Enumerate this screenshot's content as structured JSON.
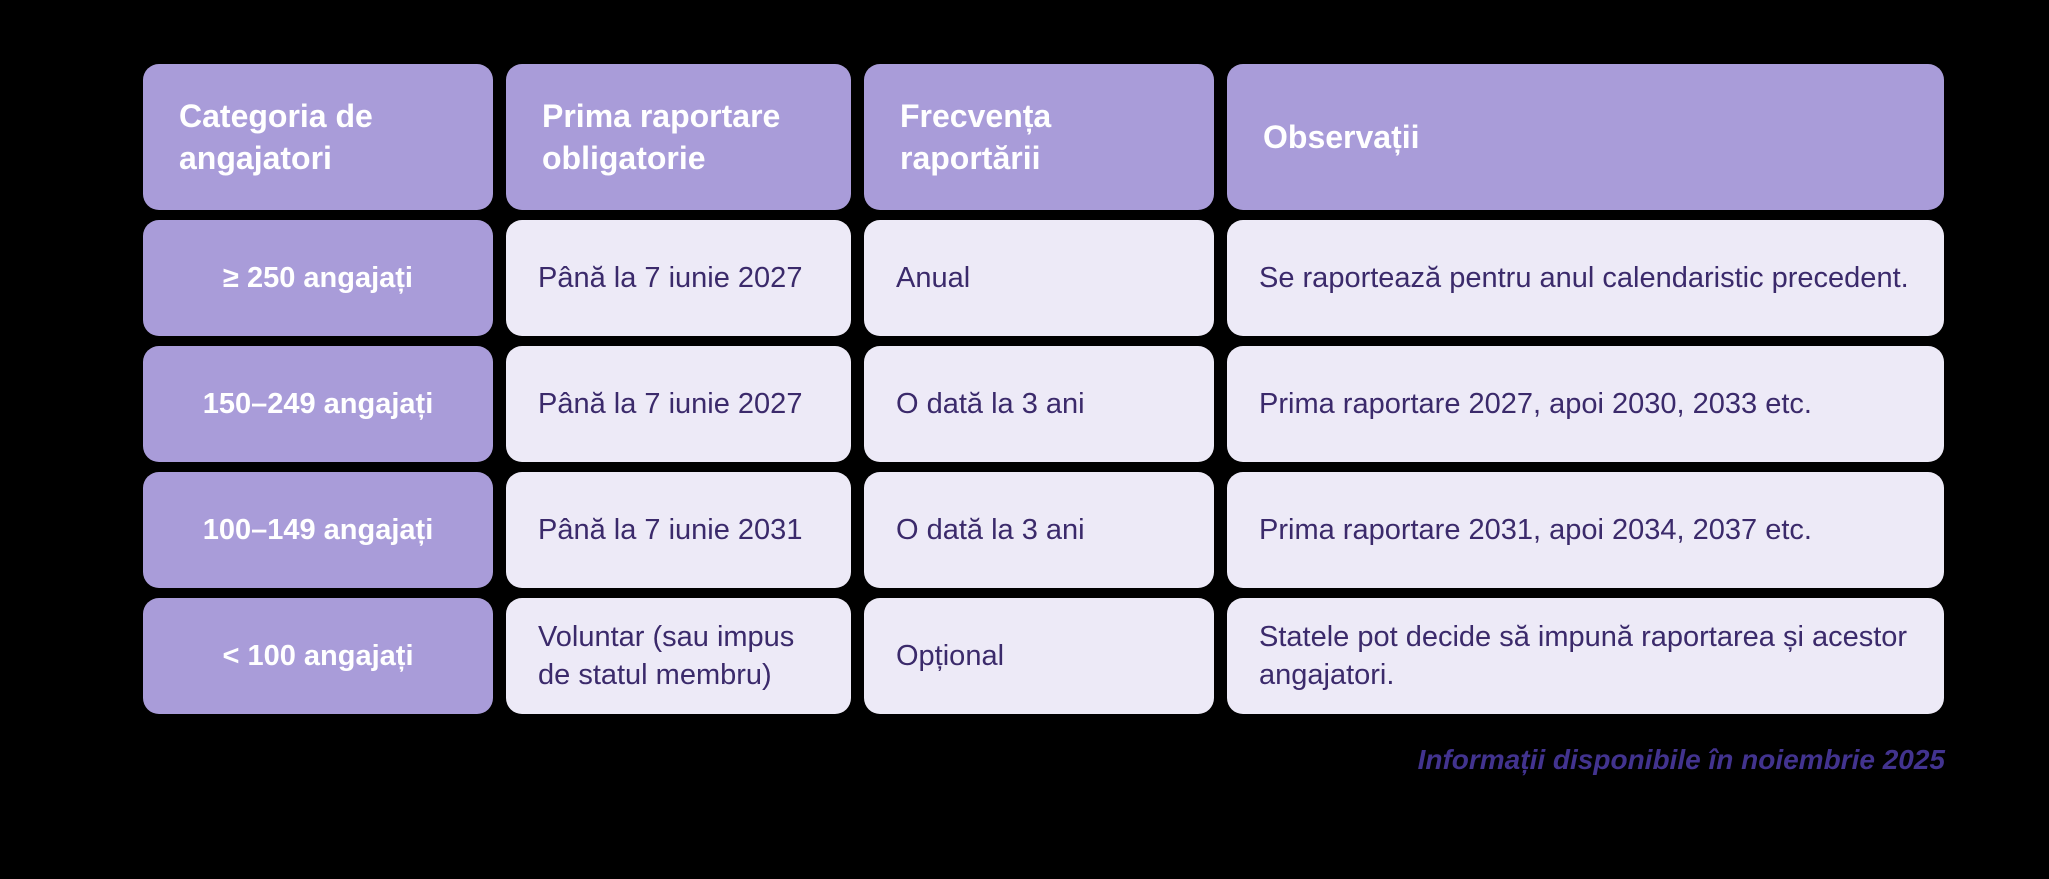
{
  "chart_data": {
    "type": "table",
    "columns": [
      "Categoria de angajatori",
      "Prima raportare obligatorie",
      "Frecvența raportării",
      "Observații"
    ],
    "rows": [
      [
        "≥ 250 angajați",
        "Până la 7 iunie 2027",
        "Anual",
        "Se raportează pentru anul calendaristic precedent."
      ],
      [
        "150–249 angajați",
        "Până la 7 iunie 2027",
        "O dată la 3 ani",
        "Prima raportare 2027, apoi 2030, 2033 etc."
      ],
      [
        "100–149 angajați",
        "Până la 7 iunie 2031",
        "O dată la 3 ani",
        "Prima raportare 2031, apoi 2034, 2037 etc."
      ],
      [
        "< 100 angajați",
        "Voluntar (sau impus de statul membru)",
        "Opțional",
        "Statele pot decide să impună raportarea și acestor angajatori."
      ]
    ],
    "footnote": "Informații disponibile în noiembrie 2025",
    "layout": {
      "grid": "off",
      "legend": "none"
    }
  },
  "colors": {
    "background": "#000000",
    "header_fill": "#a99cd9",
    "row_label_fill": "#a99cd9",
    "data_cell_fill": "#edeaf7",
    "header_text": "#ffffff",
    "data_text": "#3b2a6b",
    "footnote_text": "#42338f"
  }
}
